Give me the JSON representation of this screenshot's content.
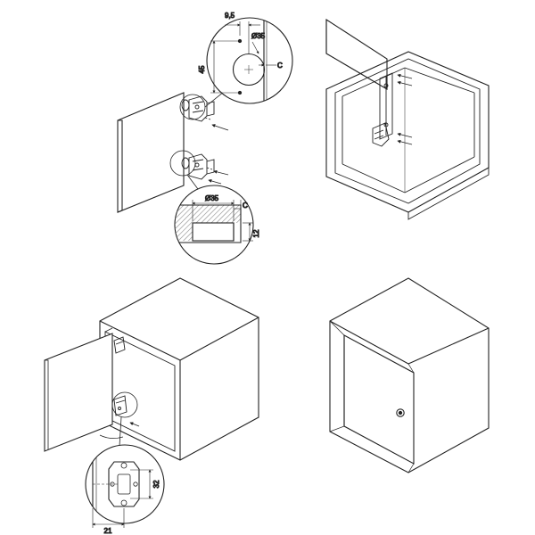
{
  "colors": {
    "line": "#222222",
    "background": "#ffffff",
    "hatch": "#8a8a8a"
  },
  "dimensions": {
    "top_detail": {
      "offset": "9,5",
      "diameter": "Ø35",
      "height": "45",
      "clearance": "C"
    },
    "section_detail": {
      "diameter": "Ø35",
      "clearance": "C",
      "depth": "12"
    },
    "bottom_detail": {
      "spacing": "32",
      "width": "21"
    }
  }
}
